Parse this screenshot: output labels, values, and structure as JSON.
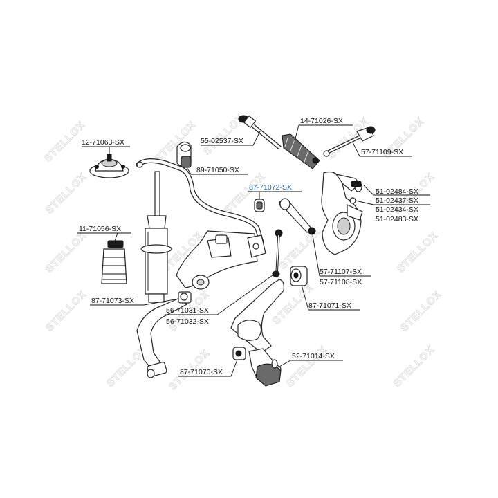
{
  "watermark": "STELLOX",
  "labels": {
    "l_12_71063": "12-71063-SX",
    "l_55_02537": "55-02537-SX",
    "l_14_71026": "14-71026-SX",
    "l_57_71109": "57-71109-SX",
    "l_89_71050": "89-71050-SX",
    "l_87_71072": "87-71072-SX",
    "l_51_02484": "51-02484-SX",
    "l_51_02437": "51-02437-SX",
    "l_51_02434": "51-02434-SX",
    "l_51_02483": "51-02483-SX",
    "l_11_71056": "11-71056-SX",
    "l_57_71107": "57-71107-SX",
    "l_57_71108": "57-71108-SX",
    "l_87_71073": "87-71073-SX",
    "l_56_71031": "56-71031-SX",
    "l_56_71032": "56-71032-SX",
    "l_87_71071": "87-71071-SX",
    "l_52_71014": "52-71014-SX",
    "l_87_71070": "87-71070-SX"
  },
  "colors": {
    "highlight_label": "#1f5fa8",
    "line": "#111111",
    "watermark": "#dcdcdc"
  }
}
